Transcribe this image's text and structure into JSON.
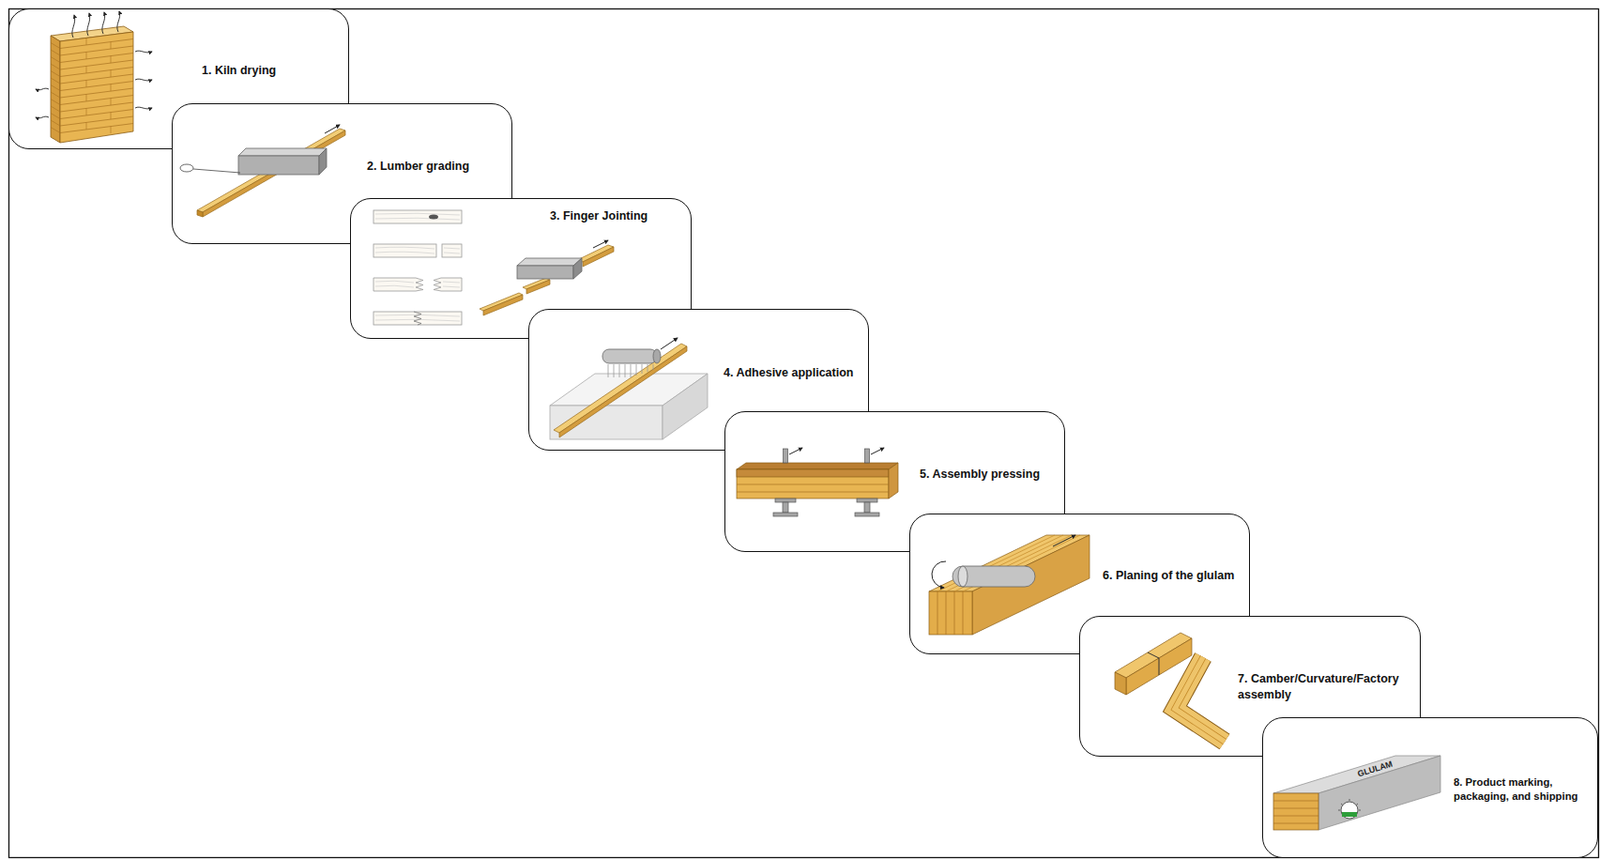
{
  "diagram": {
    "nodes": [
      {
        "text": [
          "1. Kiln drying"
        ]
      },
      {
        "text": [
          "2. Lumber grading"
        ]
      },
      {
        "text": [
          "3. Finger Jointing"
        ]
      },
      {
        "text": [
          "4. Adhesive application"
        ]
      },
      {
        "text": [
          "5. Assembly pressing"
        ]
      },
      {
        "text": [
          "6. Planing of the glulam"
        ]
      },
      {
        "text": [
          "7. Camber/Curvature/Factory assembly"
        ]
      },
      {
        "text": [
          "8. Product marking, packaging, and shipping"
        ]
      }
    ],
    "labels": [
      "GLULAM"
    ]
  }
}
